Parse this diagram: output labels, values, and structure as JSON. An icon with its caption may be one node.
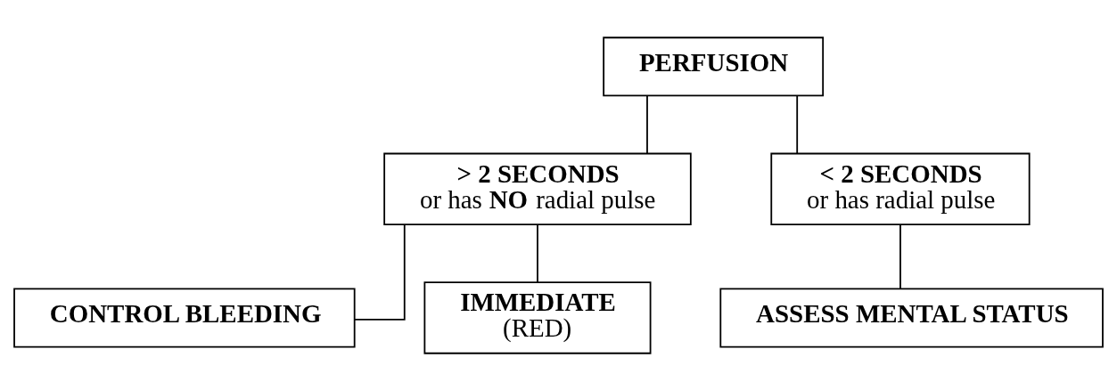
{
  "diagram": {
    "nodes": [
      {
        "text": [
          "PERFUSION"
        ]
      },
      {
        "text": [
          "> 2 SECONDS",
          "or has **NO** radial pulse"
        ]
      },
      {
        "text": [
          "< 2 SECONDS",
          "or has radial pulse"
        ]
      },
      {
        "text": [
          "CONTROL BLEEDING"
        ]
      },
      {
        "text": [
          "IMMEDIATE",
          "(RED)"
        ]
      },
      {
        "text": [
          "ASSESS MENTAL STATUS"
        ]
      }
    ],
    "edges": [
      {
        "from": 0,
        "to": 1,
        "arrow": "none"
      },
      {
        "from": 0,
        "to": 2,
        "arrow": "none"
      },
      {
        "from": 1,
        "to": 3,
        "arrow": "none"
      },
      {
        "from": 1,
        "to": 4,
        "arrow": "none"
      },
      {
        "from": 2,
        "to": 5,
        "arrow": "none"
      }
    ]
  }
}
